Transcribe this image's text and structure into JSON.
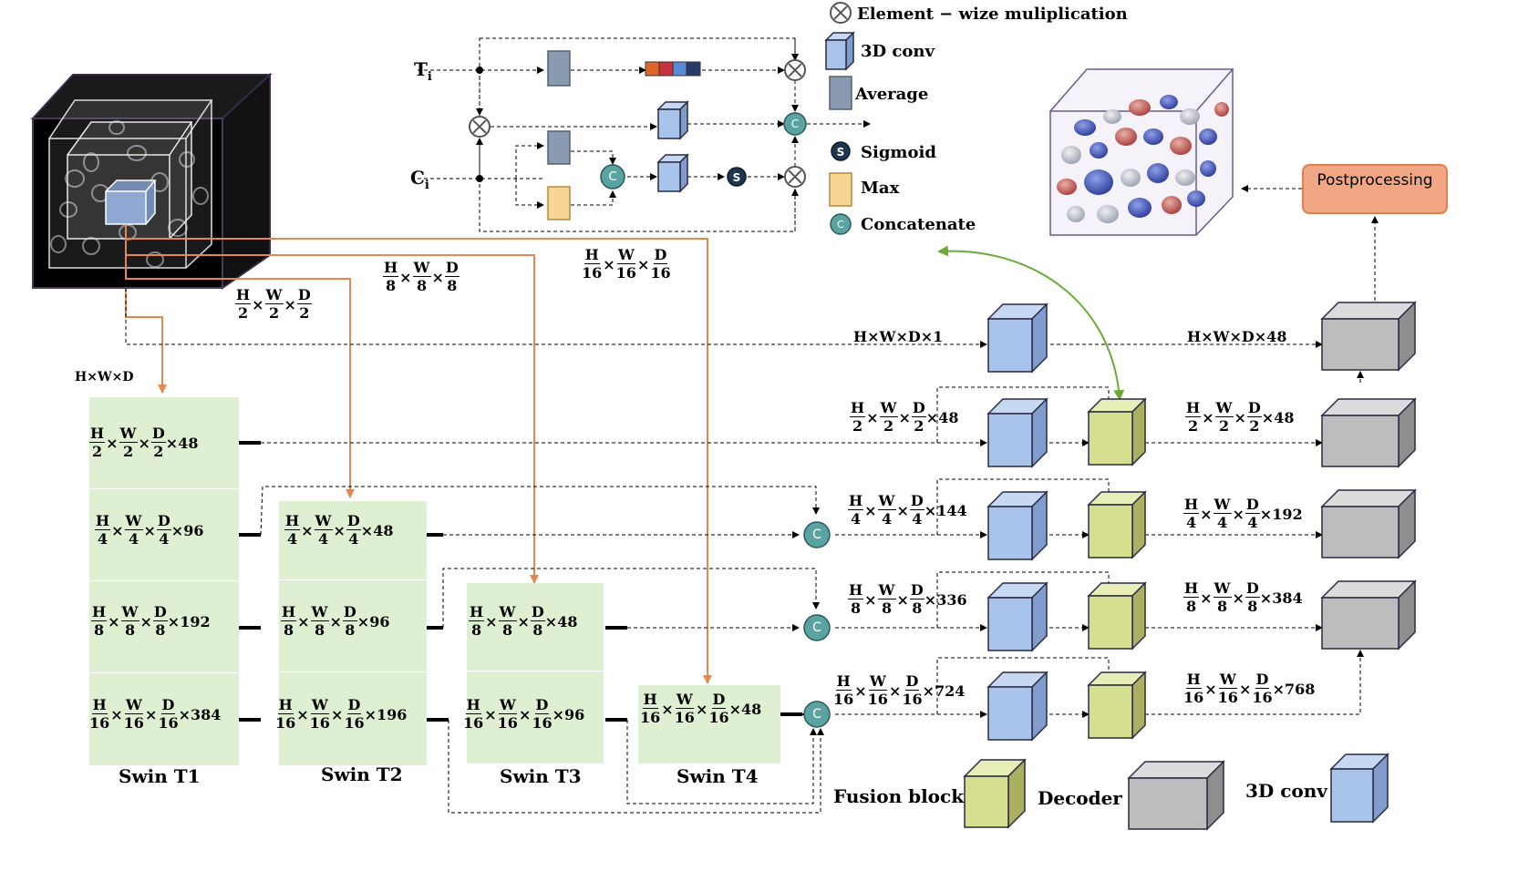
{
  "legend": {
    "element_mult": "Element − wize muliplication",
    "conv3d": "3D conv",
    "average": "Average",
    "sigmoid": "Sigmoid",
    "max": "Max",
    "concatenate": "Concatenate",
    "concat_symbol": "C",
    "sigmoid_symbol": "S"
  },
  "attention": {
    "t_main": "T",
    "t_sub": "i",
    "c_main": "C",
    "c_sub": "i"
  },
  "postprocessing": "Postprocessing",
  "swin_titles": [
    "Swin T1",
    "Swin T2",
    "Swin T3",
    "Swin T4"
  ],
  "bottom_legend": {
    "fusion": "Fusion block",
    "decoder": "Decoder",
    "conv": "3D conv"
  },
  "input_dim": "H×W×D",
  "dims": {
    "h2": [
      "H",
      "2",
      "W",
      "2",
      "D",
      "2"
    ],
    "h8": [
      "H",
      "8",
      "W",
      "8",
      "D",
      "8"
    ],
    "h16": [
      "H",
      "16",
      "W",
      "16",
      "D",
      "16"
    ]
  },
  "skip_top_left": "H×W×D×1",
  "skip_top_right": "H×W×D×48",
  "suffixes": {
    "s48": "×48",
    "s96": "×96",
    "s192": "×192",
    "s384": "×384",
    "s196": "×196",
    "s144": "×144",
    "s336": "×336",
    "s724": "×724",
    "s768": "×768"
  },
  "colors": {
    "swin_bg": "#dff0d2",
    "conv": "#a9c4ea",
    "fusion": "#d6df8f",
    "decoder": "#bdbdbd",
    "orange": "#e6874e",
    "green_arrow": "#6aaa3a",
    "concat": "#5aa3a0",
    "post": "#f1a783"
  }
}
